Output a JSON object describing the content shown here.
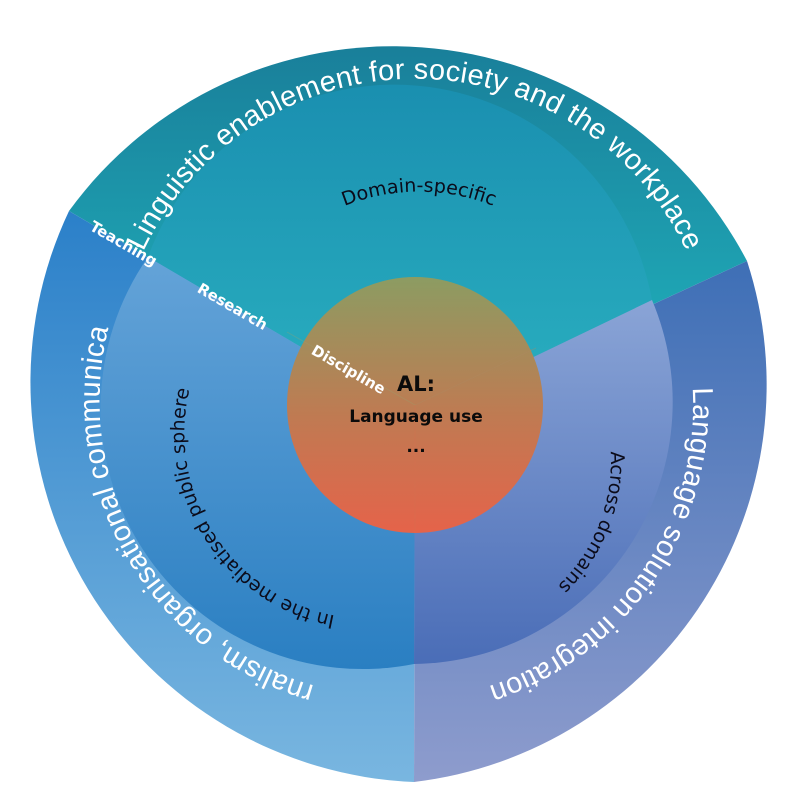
{
  "outer_ring": {
    "top": "Linguistic enablement for society and the workplace",
    "right": "Language solution integration",
    "left": "Journalism, organisational communication"
  },
  "middle_ring": {
    "top": "Domain-specific",
    "right": "Across domains",
    "left": "In the mediatised public sphere"
  },
  "axis_labels": {
    "teaching": "Teaching",
    "research": "Research",
    "discipline": "Discipline"
  },
  "core": {
    "title": "AL:",
    "line1": "Language use",
    "line2": "..."
  },
  "colors": {
    "outer_top": "#1a9ab0",
    "outer_right": "#5f7fc4",
    "outer_left": "#3a9ad6",
    "core_top": "#8f9a60",
    "core_bottom": "#e0644a"
  }
}
